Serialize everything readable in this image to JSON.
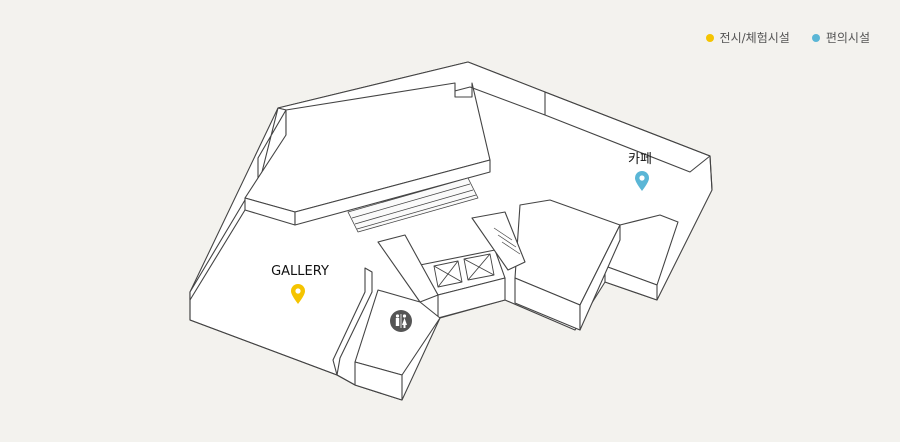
{
  "legend": {
    "items": [
      {
        "label": "전시/체험시설",
        "color": "#f5c400"
      },
      {
        "label": "편의시설",
        "color": "#5ab6d6"
      }
    ]
  },
  "pois": {
    "gallery": {
      "label": "GALLERY",
      "color": "#f5c400",
      "icon": "map-pin-icon"
    },
    "cafe": {
      "label": "카페",
      "color": "#5ab6d6",
      "icon": "map-pin-icon"
    },
    "restroom": {
      "icon": "restroom-icon",
      "color": "#555555"
    }
  },
  "colors": {
    "background": "#f3f2ee",
    "floor": "#ffffff",
    "outline": "#444444"
  }
}
